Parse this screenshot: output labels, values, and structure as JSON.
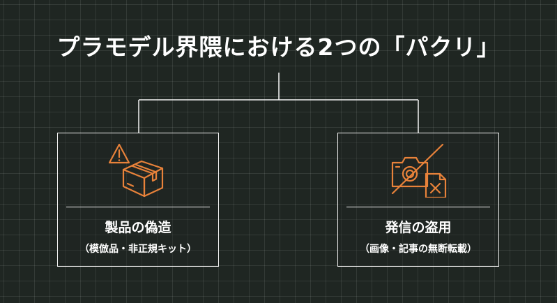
{
  "diagram": {
    "title": "プラモデル界隈における2つの「パクリ」",
    "accent_color": "#e8823a",
    "line_color": "#f2f2f2",
    "branches": [
      {
        "label": "製品の偽造",
        "sublabel": "（模倣品・非正規キット）",
        "icon": "warning-box-icon"
      },
      {
        "label": "発信の盗用",
        "sublabel": "（画像・記事の無断転載）",
        "icon": "crossed-camera-document-icon"
      }
    ]
  }
}
